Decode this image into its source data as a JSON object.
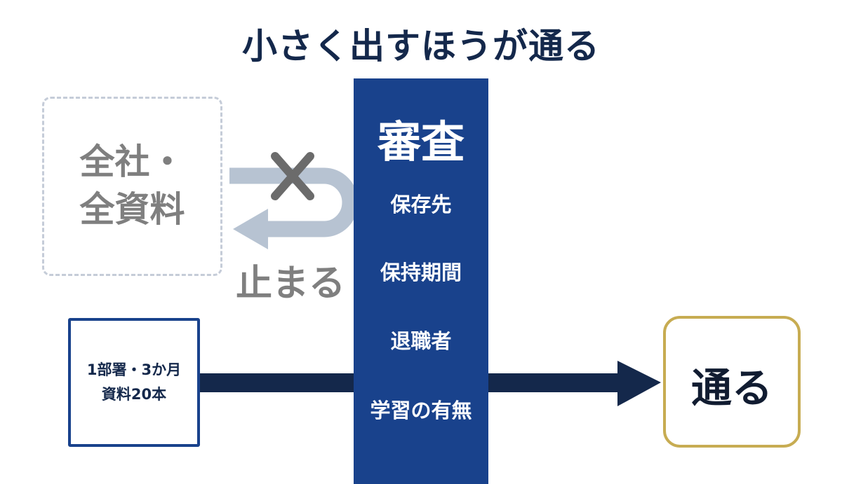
{
  "title": "小さく出すほうが通る",
  "review": {
    "title": "審査",
    "items": [
      "保存先",
      "保持期間",
      "退職者",
      "学習の有無"
    ]
  },
  "blocked": {
    "line1": "全社・",
    "line2": "全資料",
    "result_label": "止まる",
    "mark": "×"
  },
  "small_release": {
    "line1": "1部署・3か月",
    "line2": "資料20本"
  },
  "pass": {
    "label": "通る"
  },
  "colors": {
    "navy": "#14284b",
    "review_blue": "#19428c",
    "blocked_gray": "#7f7f7f",
    "return_arrow": "#b7c3d2",
    "pass_gold": "#c7ac52"
  }
}
